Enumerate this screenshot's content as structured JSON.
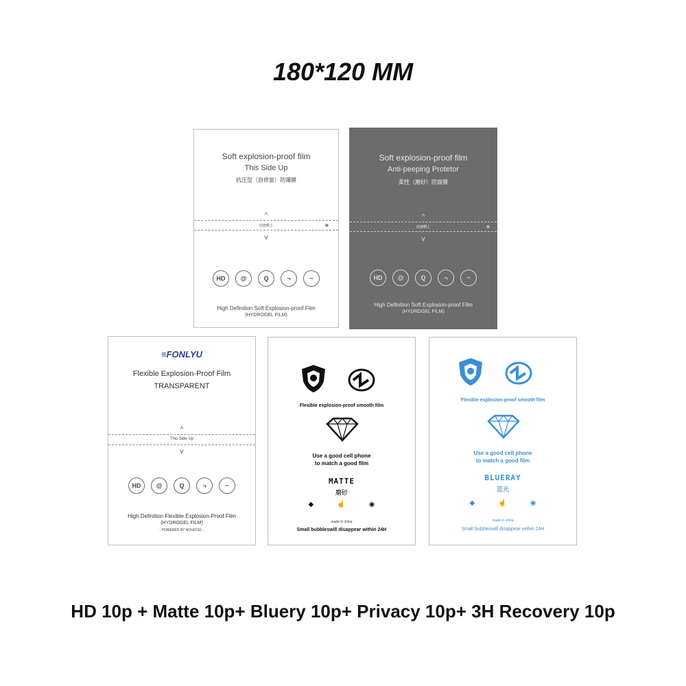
{
  "header": {
    "size_title": "180*120 MM"
  },
  "caption": "HD 10p + Matte 10p+ Bluery 10p+ Privacy 10p+ 3H Recovery 10p",
  "hd_card": {
    "line1": "Soft explosion-proof film",
    "line2": "This Side Up",
    "line3": "抗压型（自修复）防爆膜",
    "side_label": "此面朝上",
    "icon_hd": "HD",
    "bottom1": "High Definition Soft Explosion-proof Film",
    "bottom2": "(HYDROGEL FILM)"
  },
  "privacy_card": {
    "line1": "Soft explosion-proof film",
    "line2": "Anti-peeping Protetor",
    "line3": "柔性（磨砂）防窥膜",
    "side_label": "此面朝上",
    "icon_hd": "HD",
    "bottom1": "High Definition Soft Explosion-proof Film",
    "bottom2": "(HYDROGEL FILM)"
  },
  "transparent_card": {
    "brand": "FONLYU",
    "line1": "Flexible Explosion-Proof Film",
    "line2": "TRANSPARENT",
    "side_label": "This Side Up",
    "icon_hd": "HD",
    "bottom1": "High Definition Flexible Explosion-Proof Film",
    "bottom2": "(HYDROGEL FILM)",
    "bottom3": "- POWERED BY NOVECEL -"
  },
  "matte_card": {
    "line1": "Flexible explosion-proof smooth film",
    "line2": "Use a good cell phone",
    "line3": "to match a good film",
    "type_en": "MATTE",
    "type_cn": "磨砂",
    "made": "made in china",
    "bottom": "Small bubbleswill disappear within 24H",
    "accent": "#111111"
  },
  "blueray_card": {
    "line1": "Flexible explosion-proof smooth film",
    "line2": "Use a good cell phone",
    "line3": "to match a good film",
    "type_en": "BLUERAY",
    "type_cn": "蓝光",
    "made": "made in china",
    "bottom": "Small bubbleswill disappear within 24H",
    "accent": "#3a8fd6"
  }
}
